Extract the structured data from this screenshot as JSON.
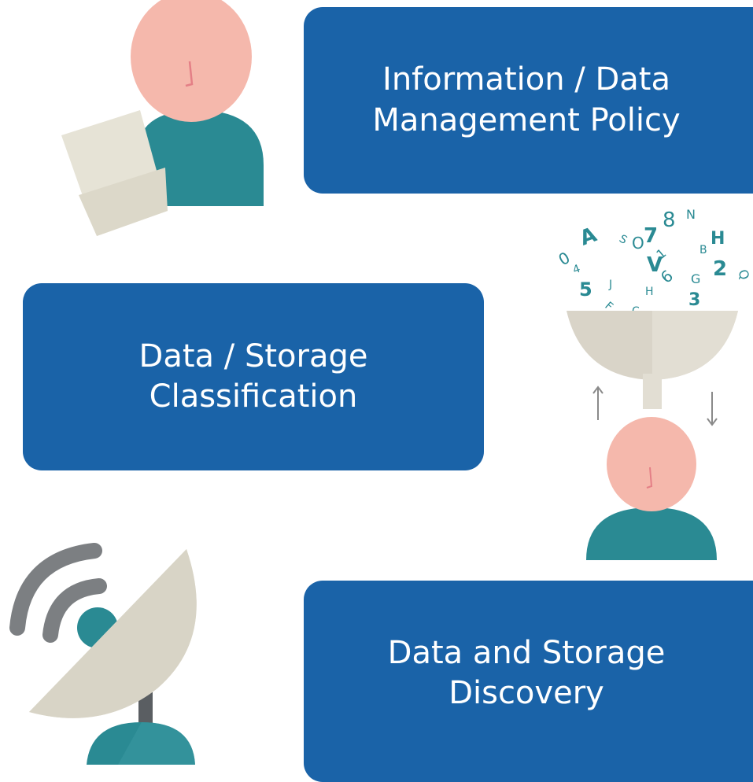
{
  "cards": {
    "policy": {
      "line1": "Information / Data",
      "line2": "Management Policy"
    },
    "classification": {
      "line1": "Data / Storage",
      "line2": "Classification"
    },
    "discovery": {
      "line1": "Data and Storage",
      "line2": "Discovery"
    }
  },
  "funnel_letters": [
    {
      "t": "A"
    },
    {
      "t": "O"
    },
    {
      "t": "7"
    },
    {
      "t": "8"
    },
    {
      "t": "N"
    },
    {
      "t": "H"
    },
    {
      "t": "0"
    },
    {
      "t": "S"
    },
    {
      "t": "V"
    },
    {
      "t": "B"
    },
    {
      "t": "1"
    },
    {
      "t": "4"
    },
    {
      "t": "2"
    },
    {
      "t": "Q"
    },
    {
      "t": "5"
    },
    {
      "t": "J"
    },
    {
      "t": "H"
    },
    {
      "t": "6"
    },
    {
      "t": "G"
    },
    {
      "t": "3"
    },
    {
      "t": "F"
    },
    {
      "t": "C"
    }
  ],
  "colors": {
    "card_blue": "#1a63a8",
    "skin": "#f5b8ac",
    "teal": "#2a8a93",
    "paper": "#e6e3d6",
    "funnel": "#d9d4c8",
    "wifi_gray": "#7c7f82",
    "arrow_gray": "#8a8a8a"
  },
  "icons": [
    "person-with-document-icon",
    "funnel-with-letters-icon",
    "person-icon",
    "satellite-dish-icon",
    "wifi-signal-icon",
    "up-arrow-icon",
    "down-arrow-icon"
  ]
}
